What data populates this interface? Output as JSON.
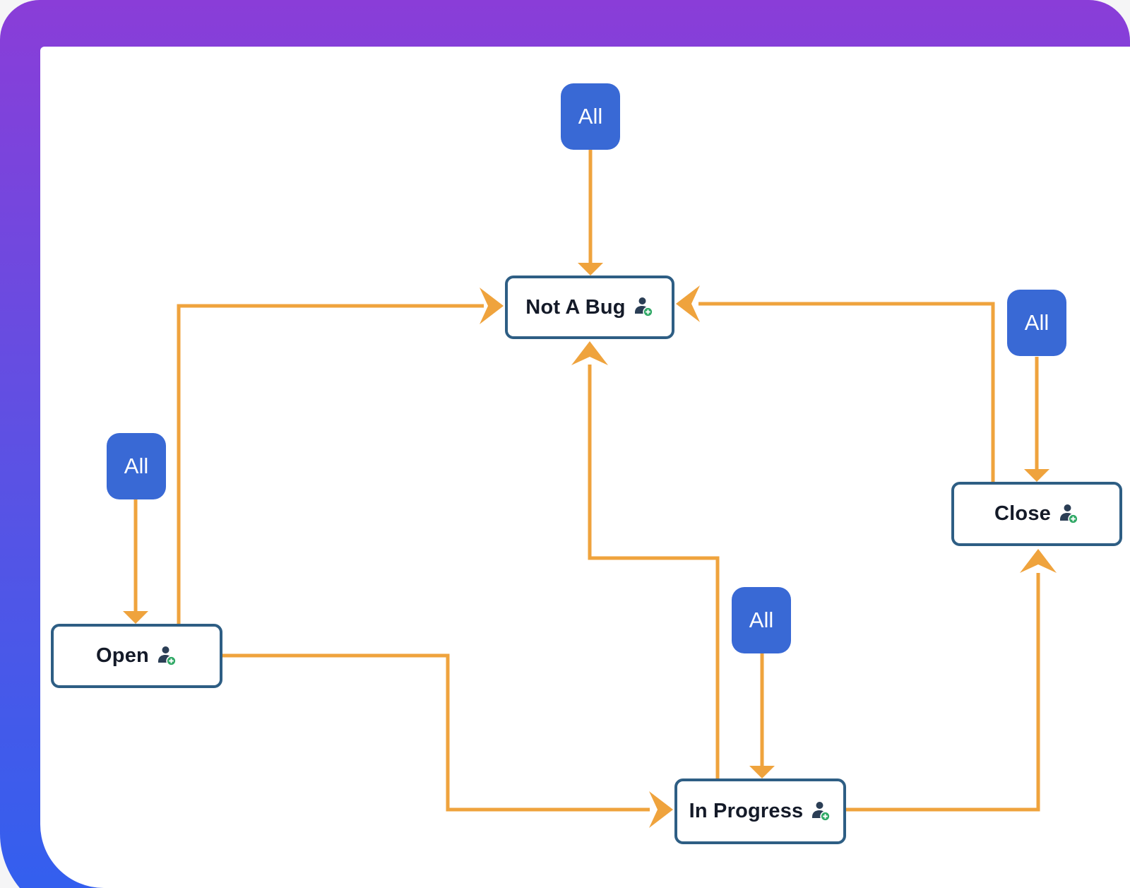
{
  "badge": {
    "label": "All"
  },
  "nodes": [
    {
      "id": "not-a-bug",
      "label": "Not A Bug"
    },
    {
      "id": "open",
      "label": "Open"
    },
    {
      "id": "in-progress",
      "label": "In Progress"
    },
    {
      "id": "close",
      "label": "Close"
    }
  ],
  "edges": [
    {
      "from": "all-top",
      "to": "not-a-bug"
    },
    {
      "from": "all-left",
      "to": "open"
    },
    {
      "from": "all-mid",
      "to": "in-progress"
    },
    {
      "from": "all-right",
      "to": "close"
    },
    {
      "from": "open",
      "to": "not-a-bug"
    },
    {
      "from": "close",
      "to": "not-a-bug"
    },
    {
      "from": "in-progress",
      "to": "not-a-bug"
    },
    {
      "from": "open",
      "to": "in-progress"
    },
    {
      "from": "in-progress",
      "to": "close"
    }
  ],
  "icons": {
    "node_action": "person-add-icon"
  },
  "colors": {
    "edge": "#efa33d",
    "node_border": "#2e5e84",
    "badge": "#3969d5",
    "frame_top": "#8a3dd8",
    "frame_bottom": "#345fee",
    "person": "#2b3e55",
    "plus": "#2fa865"
  }
}
